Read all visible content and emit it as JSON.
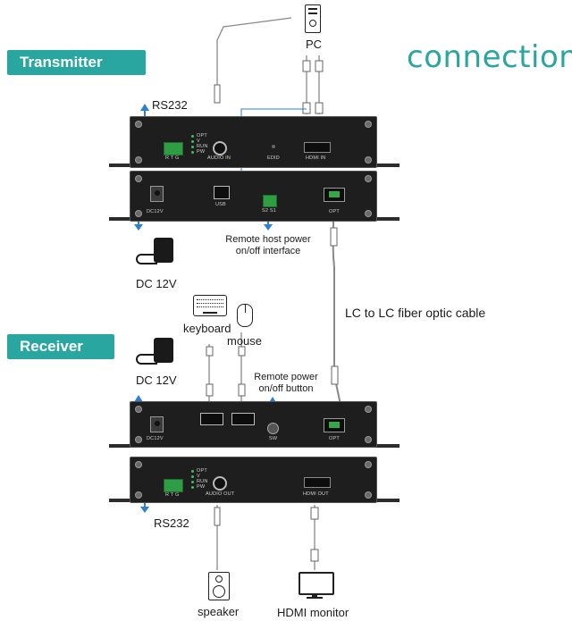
{
  "title": "connection",
  "tags": {
    "transmitter": "Transmitter",
    "receiver": "Receiver"
  },
  "labels": {
    "pc": "PC",
    "rs232_top": "RS232",
    "rs232_bottom": "RS232",
    "dc12v_top": "DC 12V",
    "dc12v_mid": "DC 12V",
    "remote_host_1": "Remote host power",
    "remote_host_2": "on/off interface",
    "fiber": "LC to LC fiber optic cable",
    "keyboard": "keyboard",
    "mouse": "mouse",
    "remote_btn_1": "Remote power",
    "remote_btn_2": "on/off button",
    "speaker": "speaker",
    "hdmi_monitor": "HDMI monitor"
  },
  "panels": {
    "tx_front": {
      "rtg": "R T G",
      "audio_in": "AUDIO IN",
      "edid": "EDID",
      "hdmi_in": "HDMI IN",
      "leds": [
        "OPT",
        "V",
        "RUN",
        "PW"
      ]
    },
    "tx_back": {
      "dc": "DC12V",
      "usb": "USB",
      "s2s1": "S2  S1",
      "opt": "OPT"
    },
    "rx_back": {
      "dc": "DC12V",
      "sw": "SW",
      "opt": "OPT"
    },
    "rx_front": {
      "rtg": "R T G",
      "audio_out": "AUDIO OUT",
      "hdmi_out": "HDMI OUT",
      "leds": [
        "OPT",
        "V",
        "RUN",
        "PW"
      ]
    }
  },
  "colors": {
    "accent": "#2aa6a0",
    "arrow": "#2b7fd4",
    "device": "#1e1e1e"
  }
}
